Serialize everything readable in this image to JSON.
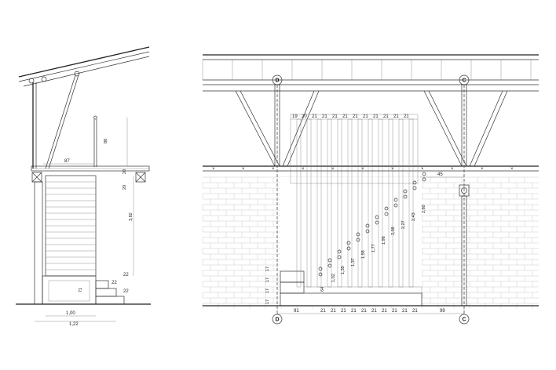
{
  "left_section": {
    "dims": {
      "top_width": "87",
      "post_height": "88",
      "small_gap": "20",
      "gap2": "20",
      "stair_height": "3,82",
      "step1": "22",
      "step2": "22",
      "step3": "22",
      "base_height": "71",
      "inner_width": "1,00",
      "outer_width": "1,22"
    }
  },
  "right_elevation": {
    "axis_left": "D",
    "axis_right": "C",
    "top_spacings": [
      "19",
      "20",
      "21",
      "21",
      "21",
      "21",
      "21",
      "21",
      "21",
      "21",
      "21",
      "21"
    ],
    "bottom_spacings": [
      "91",
      "21",
      "21",
      "21",
      "21",
      "21",
      "21",
      "21",
      "21",
      "21",
      "21",
      "99"
    ],
    "offset_dim": "45",
    "left_stack": [
      "17",
      "17",
      "17",
      "17"
    ],
    "heights": [
      "64",
      "1,02",
      "1,30",
      "1,37",
      "1,58",
      "1,77",
      "1,96",
      "2,08",
      "2,27",
      "2,43",
      "2,60"
    ]
  }
}
